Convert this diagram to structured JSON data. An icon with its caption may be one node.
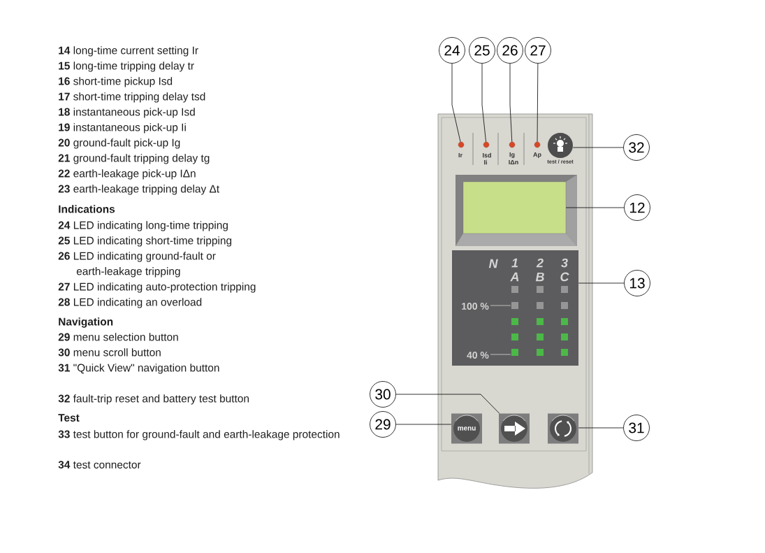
{
  "diagram": {
    "nodes": [
      {
        "text": [
          "24"
        ]
      },
      {
        "text": [
          "25"
        ]
      },
      {
        "text": [
          "26"
        ]
      },
      {
        "text": [
          "27"
        ]
      },
      {
        "text": [],
        "shape": "circle",
        "beside": [
          "Ir"
        ]
      },
      {
        "text": [],
        "shape": "circle",
        "beside": [
          "Isd",
          "Ii"
        ]
      },
      {
        "text": [],
        "shape": "circle",
        "beside": [
          "Ig",
          "IΔn"
        ]
      },
      {
        "text": [],
        "shape": "circle",
        "beside": [
          "Ap"
        ]
      },
      {
        "text": [],
        "shape": "circle",
        "beside": [
          "test / reset"
        ]
      },
      {
        "text": [
          "32"
        ]
      },
      {
        "text": [],
        "shape": "box"
      },
      {
        "text": [
          "12"
        ]
      },
      {
        "text": [
          "N",
          "1 A",
          "2 B",
          "3 C",
          "100 %",
          "40 %"
        ]
      },
      {
        "text": [
          "13"
        ]
      },
      {
        "text": [
          "30"
        ]
      },
      {
        "text": [
          "29"
        ]
      },
      {
        "text": [
          "menu"
        ]
      },
      {
        "text": [],
        "shape": "box"
      },
      {
        "text": [],
        "shape": "box"
      },
      {
        "text": [
          "31"
        ]
      }
    ],
    "edges": [
      {
        "from": 0,
        "to": 4,
        "arrow": "none"
      },
      {
        "from": 1,
        "to": 5,
        "arrow": "none"
      },
      {
        "from": 2,
        "to": 6,
        "arrow": "none"
      },
      {
        "from": 3,
        "to": 7,
        "arrow": "none"
      },
      {
        "from": 9,
        "to": 8,
        "arrow": "none"
      },
      {
        "from": 11,
        "to": 10,
        "arrow": "none"
      },
      {
        "from": 13,
        "to": 12,
        "arrow": "none"
      },
      {
        "from": 14,
        "to": 17,
        "arrow": "none"
      },
      {
        "from": 15,
        "to": 16,
        "arrow": "none"
      },
      {
        "from": 19,
        "to": 18,
        "arrow": "none"
      }
    ],
    "labels": [
      "**14** long-time current setting Ir",
      "**15** long-time tripping delay tr",
      "**16** short-time pickup Isd",
      "**17** short-time tripping delay tsd",
      "**18** instantaneous pick-up Isd",
      "**19** instantaneous pick-up Ii",
      "**20** ground-fault pick-up Ig",
      "**21** ground-fault tripping delay tg",
      "**22** earth-leakage pick-up IΔn",
      "**23** earth-leakage tripping delay Δt",
      "Indications",
      "**24** LED indicating long-time tripping",
      "**25** LED indicating short-time tripping",
      "**26** LED indicating ground-fault or earth-leakage tripping",
      "**27** LED indicating auto-protection tripping",
      "**28** LED indicating an overload",
      "Navigation",
      "**29** menu selection button",
      "**30** menu scroll button",
      "**31** \"Quick View\" navigation button",
      "**32** fault-trip reset and battery test button",
      "Test",
      "**33** test button for ground-fault and earth-leakage protection",
      "**34** test connector"
    ]
  }
}
